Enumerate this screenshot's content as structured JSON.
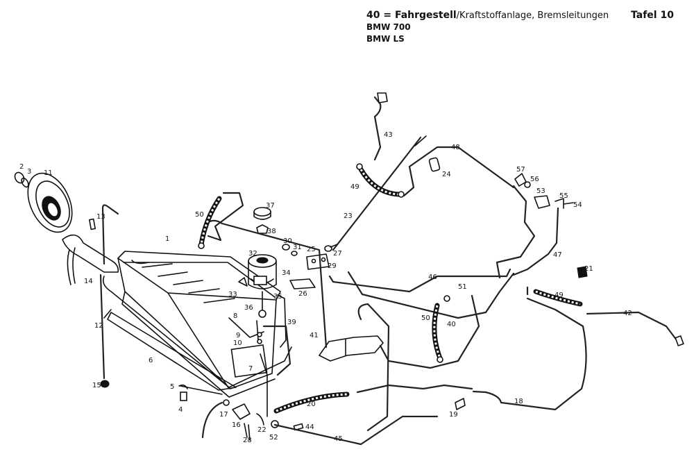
{
  "header": {
    "section_number": "40",
    "section_eq": "=",
    "section_title_bold": "Fahrgestell",
    "section_title_rest": "/Kraftstoffanlage, Bremsleitungen",
    "models": [
      "BMW 700",
      "BMW LS"
    ],
    "plate": "Tafel 10"
  },
  "callouts": [
    "1",
    "2",
    "3",
    "4",
    "5",
    "6",
    "7",
    "8",
    "9",
    "10",
    "11",
    "12",
    "13",
    "14",
    "15",
    "16",
    "17",
    "18",
    "19",
    "20",
    "21",
    "22",
    "23",
    "24",
    "25",
    "26",
    "27",
    "28",
    "29",
    "30",
    "31",
    "32",
    "33",
    "34",
    "35",
    "36",
    "37",
    "38",
    "39",
    "40",
    "41",
    "42",
    "43",
    "44",
    "45",
    "46",
    "47",
    "48",
    "49",
    "50",
    "51",
    "52",
    "53",
    "54",
    "55",
    "56",
    "57"
  ]
}
